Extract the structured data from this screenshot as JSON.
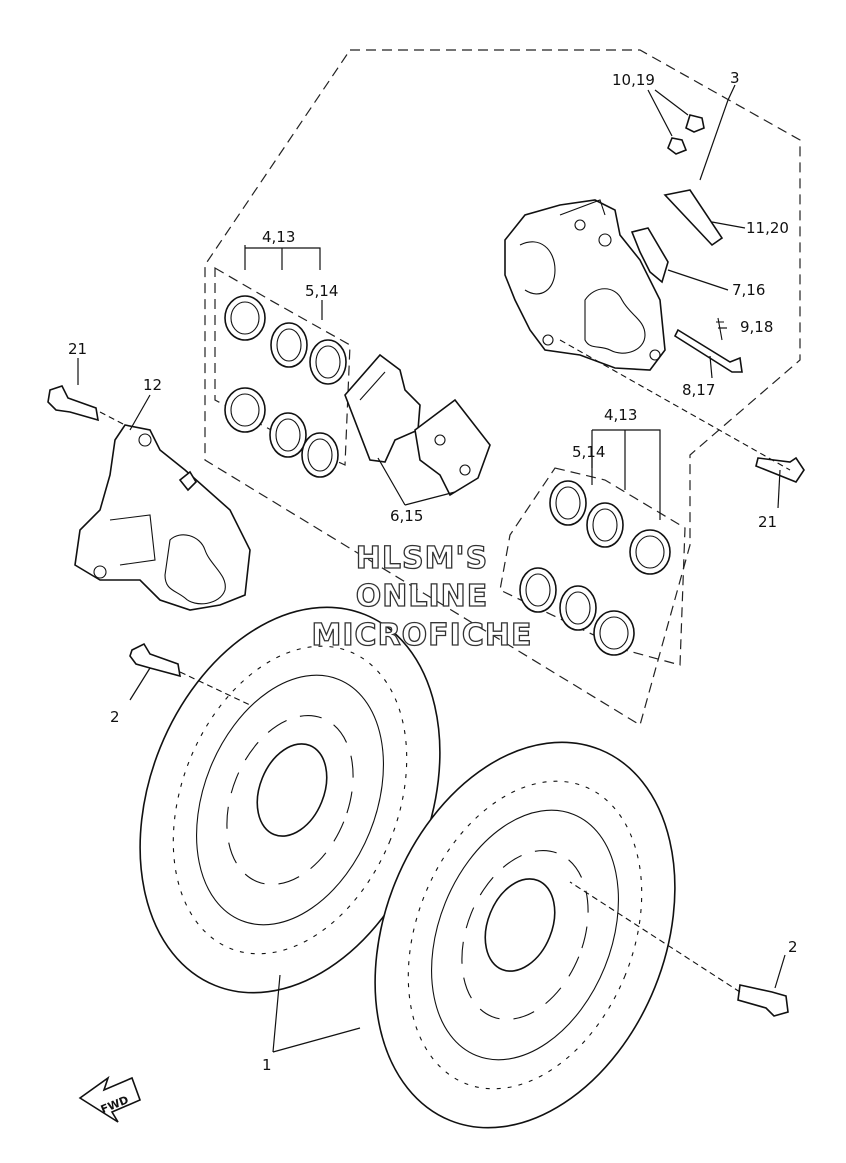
{
  "labels": {
    "l_10_19": "10,19",
    "l_3": "3",
    "l_4_13_a": "4,13",
    "l_5_14_a": "5,14",
    "l_11_20": "11,20",
    "l_7_16": "7,16",
    "l_9_18": "9,18",
    "l_8_17": "8,17",
    "l_21_a": "21",
    "l_12": "12",
    "l_6_15": "6,15",
    "l_4_13_b": "4,13",
    "l_5_14_b": "5,14",
    "l_21_b": "21",
    "l_2_a": "2",
    "l_2_b": "2",
    "l_1": "1",
    "fwd": "FWD"
  },
  "watermark": {
    "line1": "HLSM'S",
    "line2": "ONLINE",
    "line3": "MICROFICHE"
  }
}
